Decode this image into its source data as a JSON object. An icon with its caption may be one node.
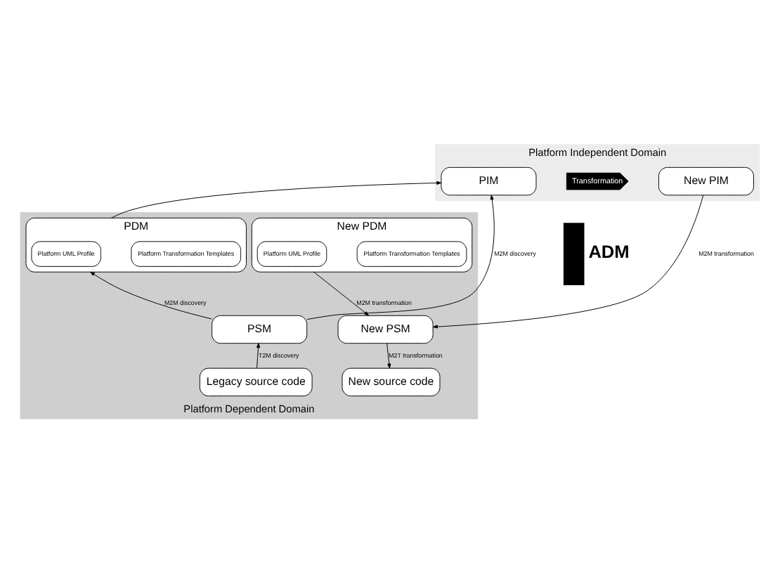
{
  "diagram": {
    "nodes": [
      {
        "text": [
          "Platform Independent Domain"
        ]
      },
      {
        "text": [
          "PIM"
        ],
        "in": 0
      },
      {
        "text": [
          "Transformation"
        ],
        "in": 0
      },
      {
        "text": [
          "New PIM"
        ],
        "in": 0
      },
      {
        "text": [
          "Platform Dependent Domain"
        ]
      },
      {
        "text": [
          "PDM"
        ],
        "in": 4
      },
      {
        "text": [
          "Platform UML Profile"
        ],
        "in": 5
      },
      {
        "text": [
          "Platform Transformation Templates"
        ],
        "in": 5
      },
      {
        "text": [
          "PSM"
        ],
        "in": 4
      },
      {
        "text": [
          "Legacy source code"
        ],
        "in": 4
      },
      {
        "text": [
          "New PDM"
        ],
        "in": 4
      },
      {
        "text": [
          "Platform UML Profile"
        ],
        "in": 10
      },
      {
        "text": [
          "Platform Transformation Templates"
        ],
        "in": 10
      },
      {
        "text": [
          "New PSM"
        ],
        "in": 4
      },
      {
        "text": [
          "New source code"
        ],
        "in": 4
      },
      {
        "text": [],
        "shape": "arch",
        "beside": [
          "ADM"
        ]
      }
    ],
    "edges": [
      {
        "from": 9,
        "to": 8,
        "arrow": "to",
        "label": "T2M discovery"
      },
      {
        "from": 8,
        "to": 5,
        "arrow": "to",
        "label": "M2M discovery"
      },
      {
        "from": 8,
        "to": 1,
        "arrow": "to",
        "label": "M2M discovery"
      },
      {
        "from": 5,
        "to": 1,
        "arrow": "to"
      },
      {
        "from": 3,
        "to": 13,
        "arrow": "to",
        "label": "M2M transformation"
      },
      {
        "from": 10,
        "to": 13,
        "arrow": "to",
        "label": "M2M transformation"
      },
      {
        "from": 13,
        "to": 14,
        "arrow": "to",
        "label": "M2T transformation"
      }
    ]
  }
}
